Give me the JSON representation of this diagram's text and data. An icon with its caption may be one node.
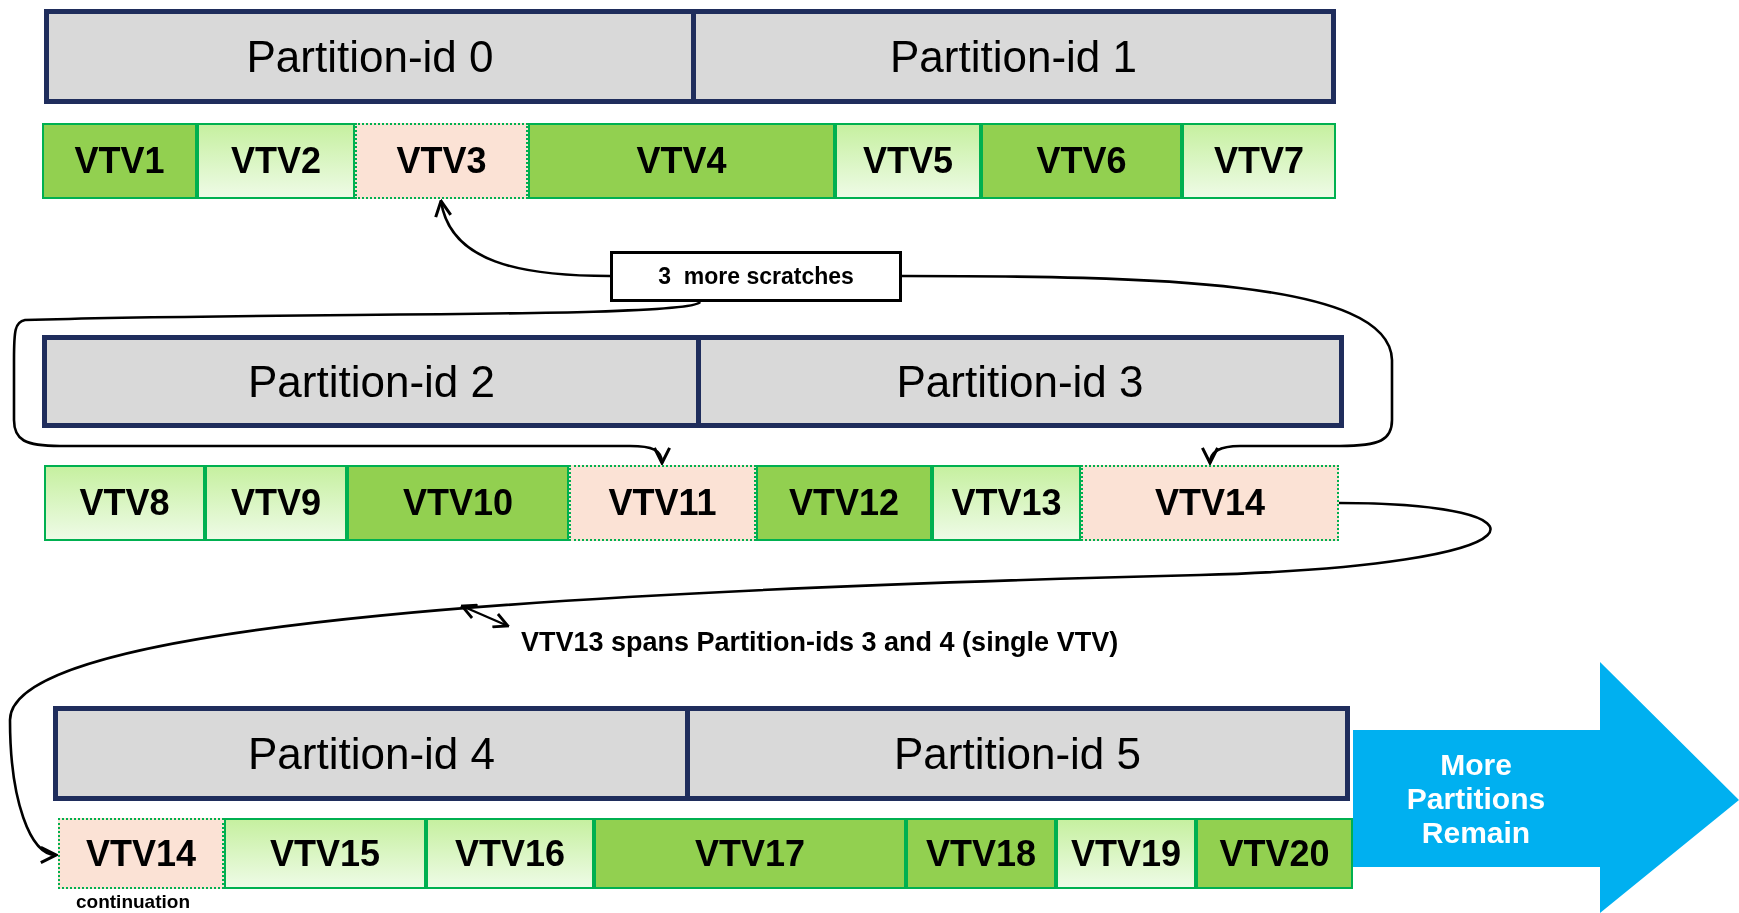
{
  "diagram": {
    "nodes": [
      {
        "text": [
          "Partition-id 0"
        ]
      },
      {
        "text": [
          "Partition-id 1"
        ]
      },
      {
        "text": [
          "VTV1"
        ]
      },
      {
        "text": [
          "VTV2"
        ]
      },
      {
        "text": [
          "VTV3"
        ]
      },
      {
        "text": [
          "VTV4"
        ]
      },
      {
        "text": [
          "VTV5"
        ]
      },
      {
        "text": [
          "VTV6"
        ]
      },
      {
        "text": [
          "VTV7"
        ]
      },
      {
        "text": [
          "3  more scratches"
        ]
      },
      {
        "text": [
          "Partition-id 2"
        ]
      },
      {
        "text": [
          "Partition-id 3"
        ]
      },
      {
        "text": [
          "VTV8"
        ]
      },
      {
        "text": [
          "VTV9"
        ]
      },
      {
        "text": [
          "VTV10"
        ]
      },
      {
        "text": [
          "VTV11"
        ]
      },
      {
        "text": [
          "VTV12"
        ]
      },
      {
        "text": [
          "VTV13"
        ]
      },
      {
        "text": [
          "VTV14"
        ]
      },
      {
        "text": [
          "Partition-id 4"
        ]
      },
      {
        "text": [
          "Partition-id 5"
        ]
      },
      {
        "text": [
          "VTV14"
        ],
        "beside": [
          "continuation"
        ]
      },
      {
        "text": [
          "VTV15"
        ]
      },
      {
        "text": [
          "VTV16"
        ]
      },
      {
        "text": [
          "VTV17"
        ]
      },
      {
        "text": [
          "VTV18"
        ]
      },
      {
        "text": [
          "VTV19"
        ]
      },
      {
        "text": [
          "VTV20"
        ]
      },
      {
        "text": [
          "More Partitions Remain"
        ]
      }
    ],
    "edges": [
      {
        "from": 9,
        "to": 4,
        "arrow": "to"
      },
      {
        "from": 9,
        "to": 15,
        "arrow": "to"
      },
      {
        "from": 9,
        "to": 18,
        "arrow": "to"
      },
      {
        "from": 18,
        "to": 21,
        "arrow": "to"
      }
    ],
    "labels": [
      "VTV13 spans Partition-ids 3 and 4 (single VTV)"
    ]
  }
}
